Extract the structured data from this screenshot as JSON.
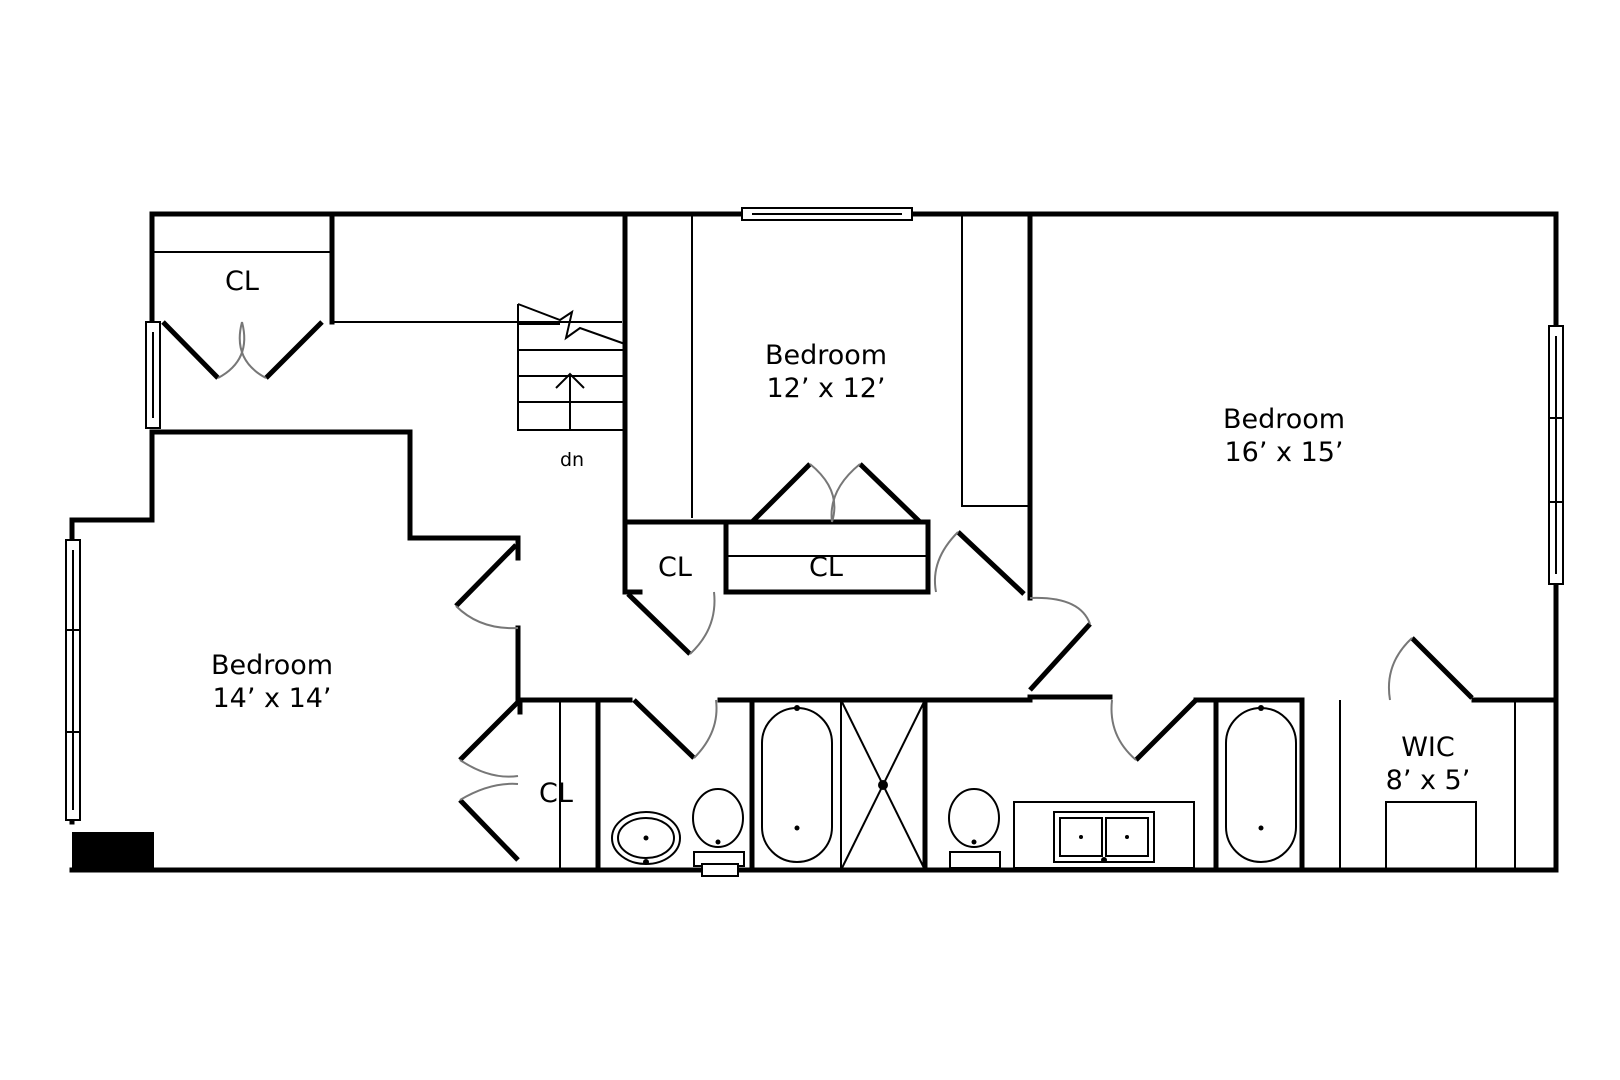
{
  "floor_plan": {
    "rooms": [
      {
        "name": "Bedroom",
        "size": "12’ x 12’"
      },
      {
        "name": "Bedroom",
        "size": "16’ x 15’"
      },
      {
        "name": "Bedroom",
        "size": "14’ x 14’"
      },
      {
        "name": "WIC",
        "size": "8’ x 5’"
      }
    ],
    "closets": [
      "CL",
      "CL",
      "CL",
      "CL"
    ],
    "stair_label": "dn",
    "colors": {
      "line": "#000000",
      "door_swing": "#777777",
      "background": "#ffffff"
    }
  }
}
